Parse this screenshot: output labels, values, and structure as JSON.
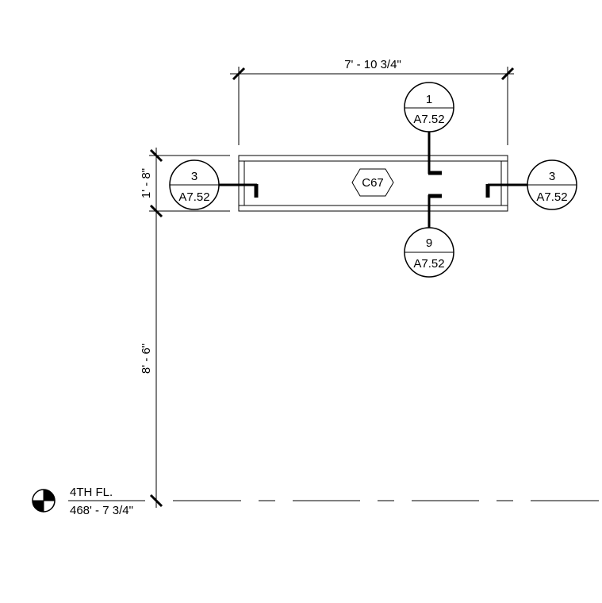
{
  "drawing": {
    "line_color": "#000000",
    "background": "#ffffff",
    "dimensions": {
      "overall_width": "7' - 10 3/4\"",
      "element_height": "1' - 8\"",
      "height_to_level": "8' - 6\""
    },
    "element_tag": "C67",
    "section_markers": [
      {
        "number": "1",
        "sheet": "A7.52",
        "position": "top"
      },
      {
        "number": "9",
        "sheet": "A7.52",
        "position": "bottom"
      },
      {
        "number": "3",
        "sheet": "A7.52",
        "position": "left"
      },
      {
        "number": "3",
        "sheet": "A7.52",
        "position": "right"
      }
    ],
    "level": {
      "name": "4TH FL.",
      "elevation": "468' - 7 3/4\"",
      "icon": "level-datum-icon"
    }
  }
}
